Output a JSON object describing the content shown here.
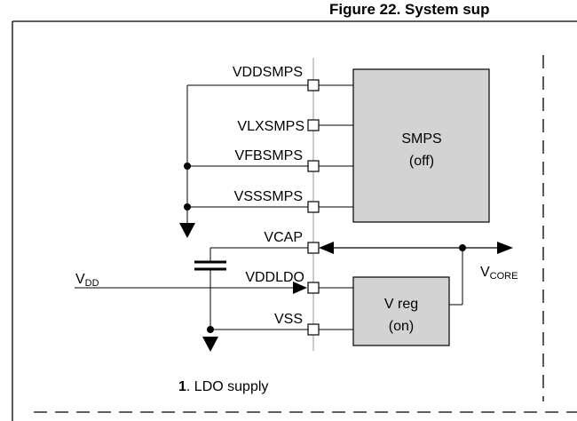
{
  "figure_title": "Figure 22. System sup",
  "pins": {
    "vddsmps": "VDDSMPS",
    "vlxsmps": "VLXSMPS",
    "vfbsmps": "VFBSMPS",
    "vsssmps": "VSSSMPS",
    "vcap": "VCAP",
    "vddldo": "VDDLDO",
    "vss": "VSS"
  },
  "blocks": {
    "smps_line1": "SMPS",
    "smps_line2": "(off)",
    "vreg_line1": "V reg",
    "vreg_line2": "(on)"
  },
  "signals": {
    "vdd_main": "V",
    "vdd_sub": "DD",
    "vcore_main": "V",
    "vcore_sub": "CORE"
  },
  "caption": {
    "number": "1",
    "text": ". LDO supply"
  },
  "colors": {
    "block_fill": "#d3d3d3",
    "line": "#000000"
  }
}
